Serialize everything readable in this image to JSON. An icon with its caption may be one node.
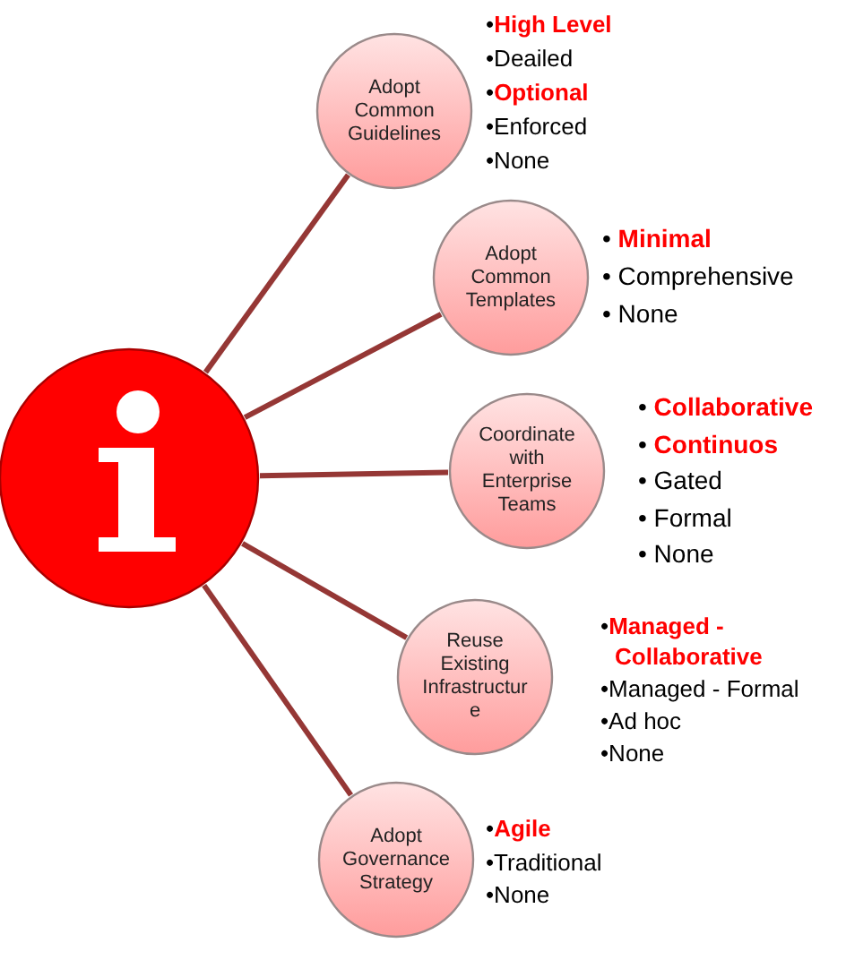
{
  "diagram": {
    "nodes": [
      {
        "text": [],
        "shape": "circle"
      },
      {
        "text": [
          "Adopt Common Guidelines"
        ],
        "beside": [
          "•**High Level**",
          "•Deailed",
          "•**Optional**",
          "•Enforced",
          "•None"
        ]
      },
      {
        "text": [
          "Adopt Common Templates"
        ],
        "beside": [
          "• **Minimal**",
          "• Comprehensive",
          "• None"
        ]
      },
      {
        "text": [
          "Coordinate with Enterprise Teams"
        ],
        "beside": [
          "• **Collaborative**",
          "• **Continuos**",
          "• Gated",
          "• Formal",
          "• None"
        ]
      },
      {
        "text": [
          "Reuse Existing Infrastructure"
        ],
        "beside": [
          "•**Managed - Collaborative**",
          "•Managed - Formal",
          "•Ad hoc",
          "•None"
        ]
      },
      {
        "text": [
          "Adopt Governance Strategy"
        ],
        "beside": [
          "•**Agile**",
          "•Traditional",
          "•None"
        ]
      }
    ],
    "edges": [
      {
        "from": 0,
        "to": 1,
        "arrow": "none"
      },
      {
        "from": 0,
        "to": 2,
        "arrow": "none"
      },
      {
        "from": 0,
        "to": 3,
        "arrow": "none"
      },
      {
        "from": 0,
        "to": 4,
        "arrow": "none"
      },
      {
        "from": 0,
        "to": 5,
        "arrow": "none"
      }
    ]
  }
}
